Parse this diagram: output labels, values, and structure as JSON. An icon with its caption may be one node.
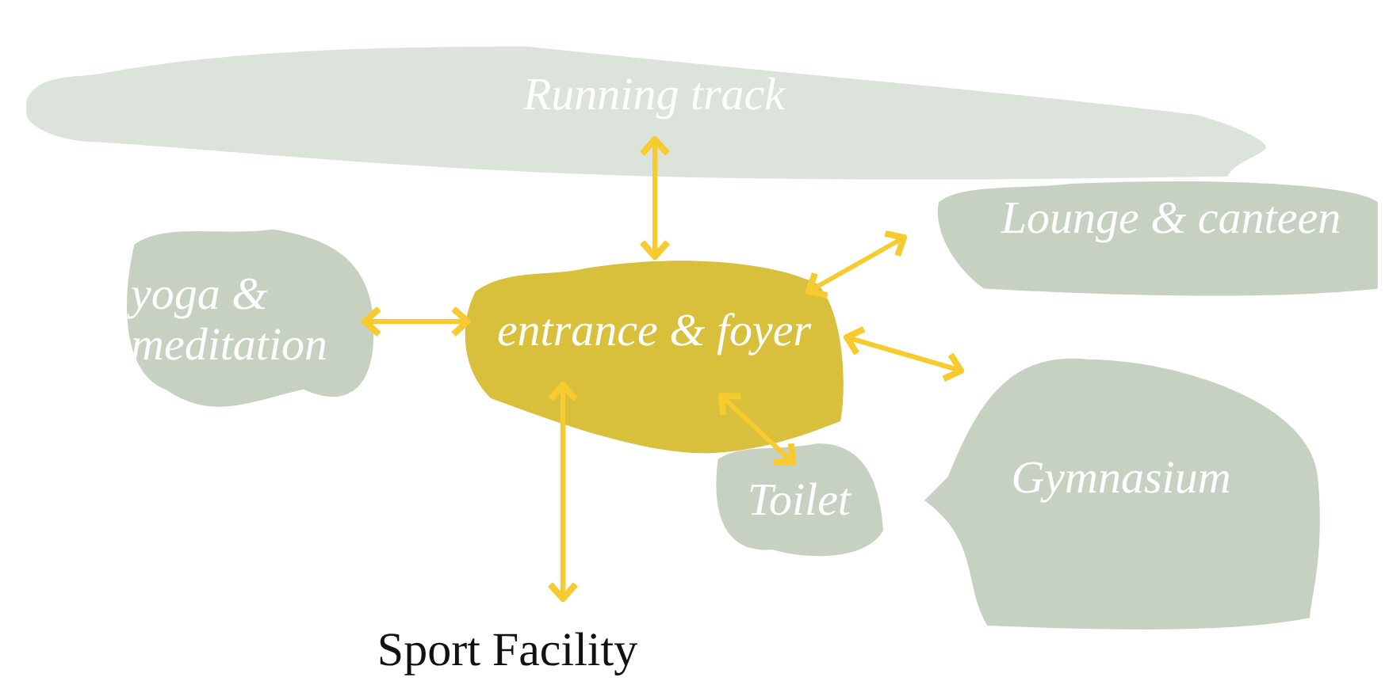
{
  "diagram": {
    "nodes": [
      {
        "text": [
          "Running track"
        ]
      },
      {
        "text": [
          "Lounge & canteen"
        ]
      },
      {
        "text": [
          "yoga & meditation"
        ]
      },
      {
        "text": [
          "entrance & foyer"
        ]
      },
      {
        "text": [
          "Toilet"
        ]
      },
      {
        "text": [
          "Gymnasium"
        ]
      },
      {
        "text": [
          "Sport Facility"
        ]
      }
    ],
    "edges": [
      {
        "from": 3,
        "to": 0,
        "arrow": "both"
      },
      {
        "from": 3,
        "to": 1,
        "arrow": "both"
      },
      {
        "from": 3,
        "to": 2,
        "arrow": "both"
      },
      {
        "from": 3,
        "to": 5,
        "arrow": "both"
      },
      {
        "from": 3,
        "to": 4,
        "arrow": "both"
      },
      {
        "from": 3,
        "to": 6,
        "arrow": "both"
      }
    ]
  }
}
